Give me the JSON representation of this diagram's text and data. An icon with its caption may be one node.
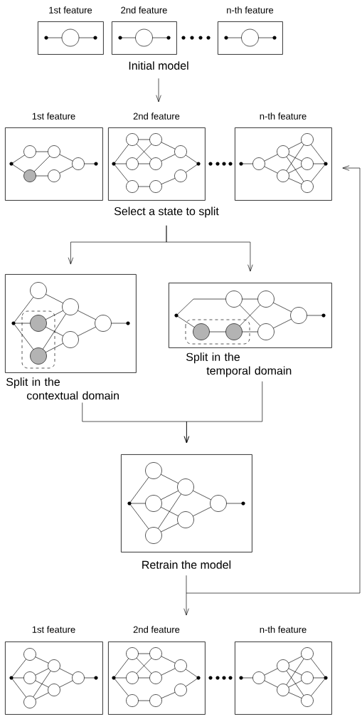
{
  "diagram": {
    "nodes": [
      {
        "text": [
          "1st feature"
        ]
      },
      {
        "text": [
          "2nd feature"
        ]
      },
      {
        "text": [
          "n-th feature"
        ]
      },
      {
        "text": [
          "Initial model"
        ]
      },
      {
        "text": [
          "1st feature"
        ]
      },
      {
        "text": [
          "2nd feature"
        ]
      },
      {
        "text": [
          "n-th feature"
        ]
      },
      {
        "text": [
          "Select a state to split"
        ]
      },
      {
        "text": [
          "Split in the contextual domain"
        ]
      },
      {
        "text": [
          "Split in the temporal domain"
        ]
      },
      {
        "text": [
          "Retrain the model"
        ]
      },
      {
        "text": [
          "1st feature"
        ]
      },
      {
        "text": [
          "2nd feature"
        ]
      },
      {
        "text": [
          "n-th feature"
        ]
      }
    ],
    "edges": [
      {
        "from": 3,
        "to": 5,
        "arrow": "to"
      },
      {
        "from": 7,
        "to": 8,
        "arrow": "to"
      },
      {
        "from": 7,
        "to": 9,
        "arrow": "to"
      },
      {
        "from": 8,
        "to": 10,
        "arrow": "to"
      },
      {
        "from": 9,
        "to": 10,
        "arrow": "to"
      },
      {
        "from": 10,
        "to": 12,
        "arrow": "to"
      },
      {
        "from": 10,
        "to": 6,
        "arrow": "to"
      }
    ]
  }
}
